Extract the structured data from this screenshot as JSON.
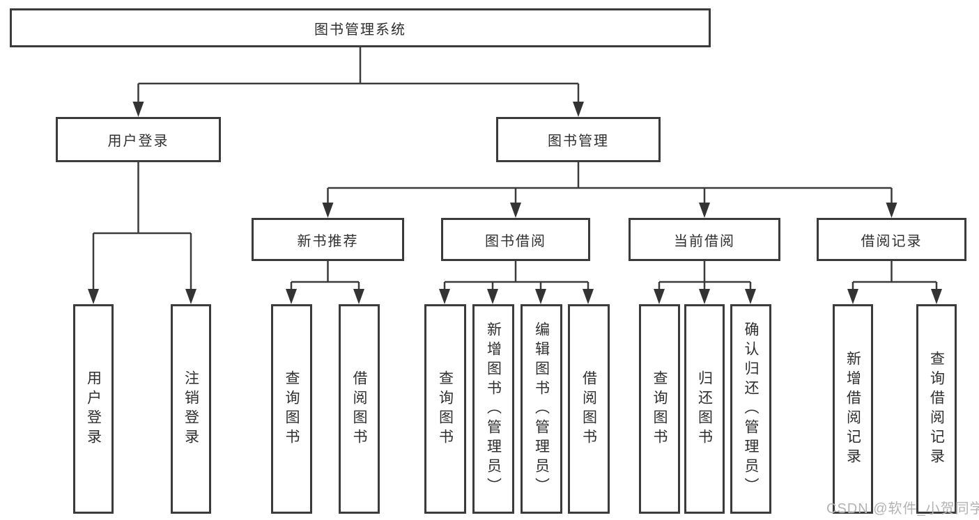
{
  "diagram_title": "图书管理系统",
  "nodes": {
    "root": "图书管理系统",
    "user_login": "用户登录",
    "book_mgmt": "图书管理",
    "new_book": "新书推荐",
    "book_borrow": "图书借阅",
    "current_borrow": "当前借阅",
    "borrow_record": "借阅记录",
    "leaves": {
      "user_login": [
        "用户登录",
        "注销登录"
      ],
      "new_book": [
        "查询图书",
        "借阅图书"
      ],
      "book_borrow": [
        "查询图书",
        "新增图书（管理员）",
        "编辑图书（管理员）",
        "借阅图书"
      ],
      "current_borrow": [
        "查询图书",
        "归还图书",
        "确认归还（管理员）"
      ],
      "borrow_record": [
        "新增借阅记录",
        "查询借阅记录"
      ]
    }
  },
  "watermark": "CSDN @软件_小贺同学",
  "colors": {
    "line": "#3b3b3b",
    "border": "#3b3b3b",
    "text": "#2f2f2f",
    "watermark": "#b3b3b3",
    "background": "#ffffff"
  }
}
